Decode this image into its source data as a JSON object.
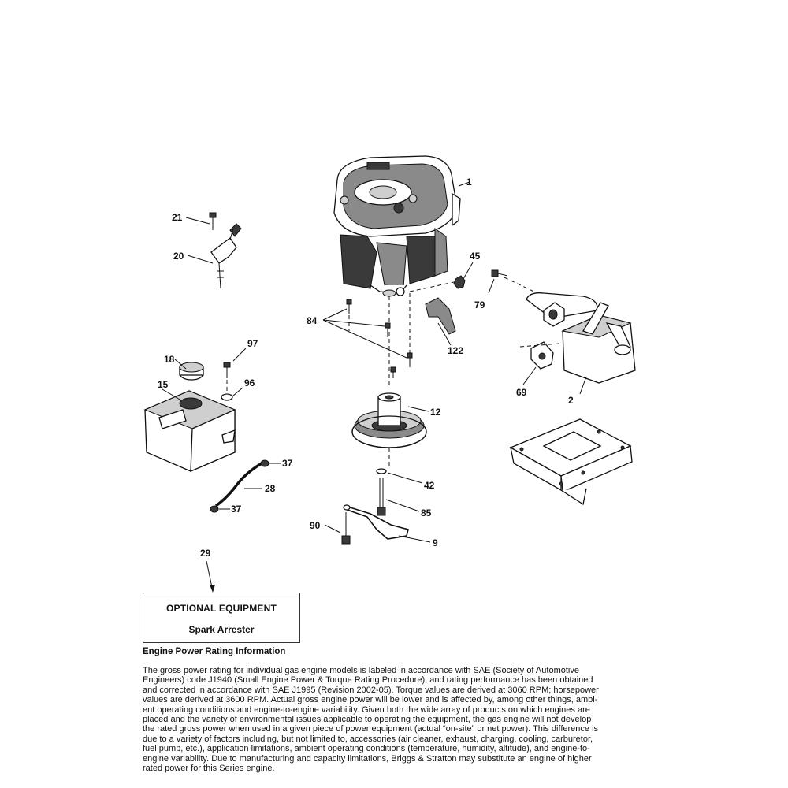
{
  "callouts": {
    "c1": "1",
    "c2": "2",
    "c9": "9",
    "c12": "12",
    "c15": "15",
    "c18": "18",
    "c20": "20",
    "c21": "21",
    "c28": "28",
    "c29": "29",
    "c37a": "37",
    "c37b": "37",
    "c42": "42",
    "c45": "45",
    "c69": "69",
    "c79": "79",
    "c84": "84",
    "c85": "85",
    "c90": "90",
    "c96": "96",
    "c97": "97",
    "c122": "122"
  },
  "optional_equipment": {
    "title": "OPTIONAL EQUIPMENT",
    "item": "Spark Arrester"
  },
  "rating_info": {
    "title": "Engine Power Rating Information",
    "lines": [
      "The gross power rating for individual gas engine models is labeled in accordance with SAE (Society of Automotive",
      "Engineers) code J1940 (Small Engine Power & Torque Rating Procedure), and rating performance has been obtained",
      "and corrected in accordance with SAE J1995 (Revision 2002-05). Torque values are derived at 3060 RPM; horsepower",
      "values are derived at 3600 RPM. Actual gross engine power will be lower and is affected by, among other things, ambi-",
      "ent operating conditions and engine-to-engine variability. Given both the wide array of products on which engines are",
      "placed and the variety of environmental issues applicable to operating the equipment, the gas engine will not develop",
      "the rated gross power when used in a given piece of power equipment (actual “on-site” or net power). This difference is",
      "due to a variety of factors including, but not limited to, accessories (air cleaner, exhaust, charging, cooling, carburetor,",
      "fuel pump, etc.), application limitations, ambient operating conditions (temperature, humidity, altitude), and engine-to-",
      "engine variability. Due to manufacturing and capacity limitations, Briggs & Stratton may substitute an engine of higher",
      "rated power for this Series engine."
    ]
  }
}
